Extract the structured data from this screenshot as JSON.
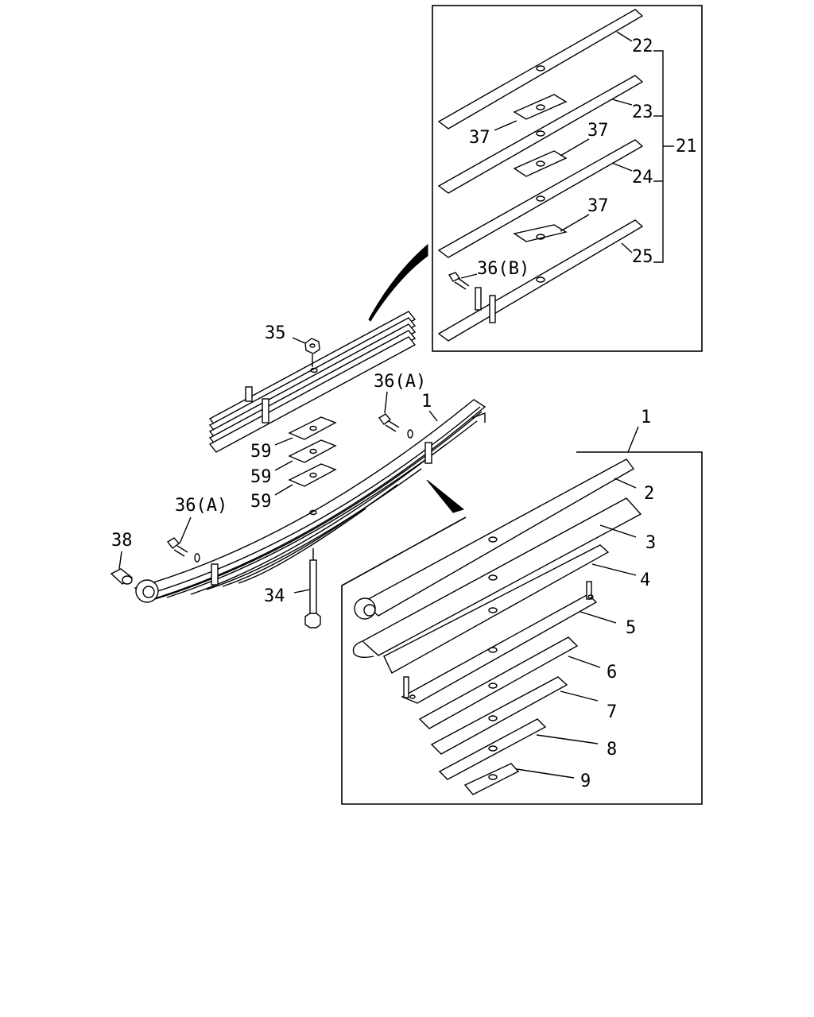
{
  "callouts": {
    "c1_main": "1",
    "c1_detail": "1",
    "c2": "2",
    "c3": "3",
    "c4": "4",
    "c5": "5",
    "c6": "6",
    "c7": "7",
    "c8": "8",
    "c9": "9",
    "c21": "21",
    "c22": "22",
    "c23": "23",
    "c24": "24",
    "c25": "25",
    "c34": "34",
    "c35": "35",
    "c36a_top": "36(A)",
    "c36a_left": "36(A)",
    "c36b": "36(B)",
    "c37_a": "37",
    "c37_b": "37",
    "c37_c": "37",
    "c38": "38",
    "c59_a": "59",
    "c59_b": "59",
    "c59_c": "59"
  }
}
